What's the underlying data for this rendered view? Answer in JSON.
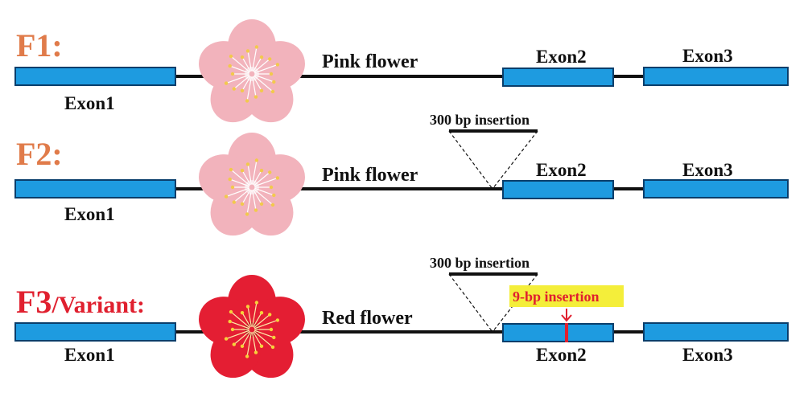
{
  "colors": {
    "row_label": "#E07B4A",
    "row_label_variant": "#E0202F",
    "exon_fill": "#1E9BE0",
    "exon_stroke": "#0A3E6B",
    "line": "#111111",
    "insertion_red": "#E0202F",
    "highlight": "#F4EE3A",
    "pink_petal": "#F2B3BC",
    "red_petal": "#E41E33"
  },
  "rows": [
    {
      "label": "F1:",
      "label_suffix": "",
      "flower_text": "Pink flower",
      "flower_color": "pink",
      "exons": [
        "Exon1",
        "Exon2",
        "Exon3"
      ],
      "insertion_300bp": "",
      "insertion_9bp": ""
    },
    {
      "label": "F2:",
      "label_suffix": "",
      "flower_text": "Pink flower",
      "flower_color": "pink",
      "exons": [
        "Exon1",
        "Exon2",
        "Exon3"
      ],
      "insertion_300bp": "300 bp insertion",
      "insertion_9bp": ""
    },
    {
      "label": "F3",
      "label_suffix": "/Variant:",
      "flower_text": "Red flower",
      "flower_color": "red",
      "exons": [
        "Exon1",
        "Exon2",
        "Exon3"
      ],
      "insertion_300bp": "300 bp insertion",
      "insertion_9bp": "9-bp insertion"
    }
  ]
}
